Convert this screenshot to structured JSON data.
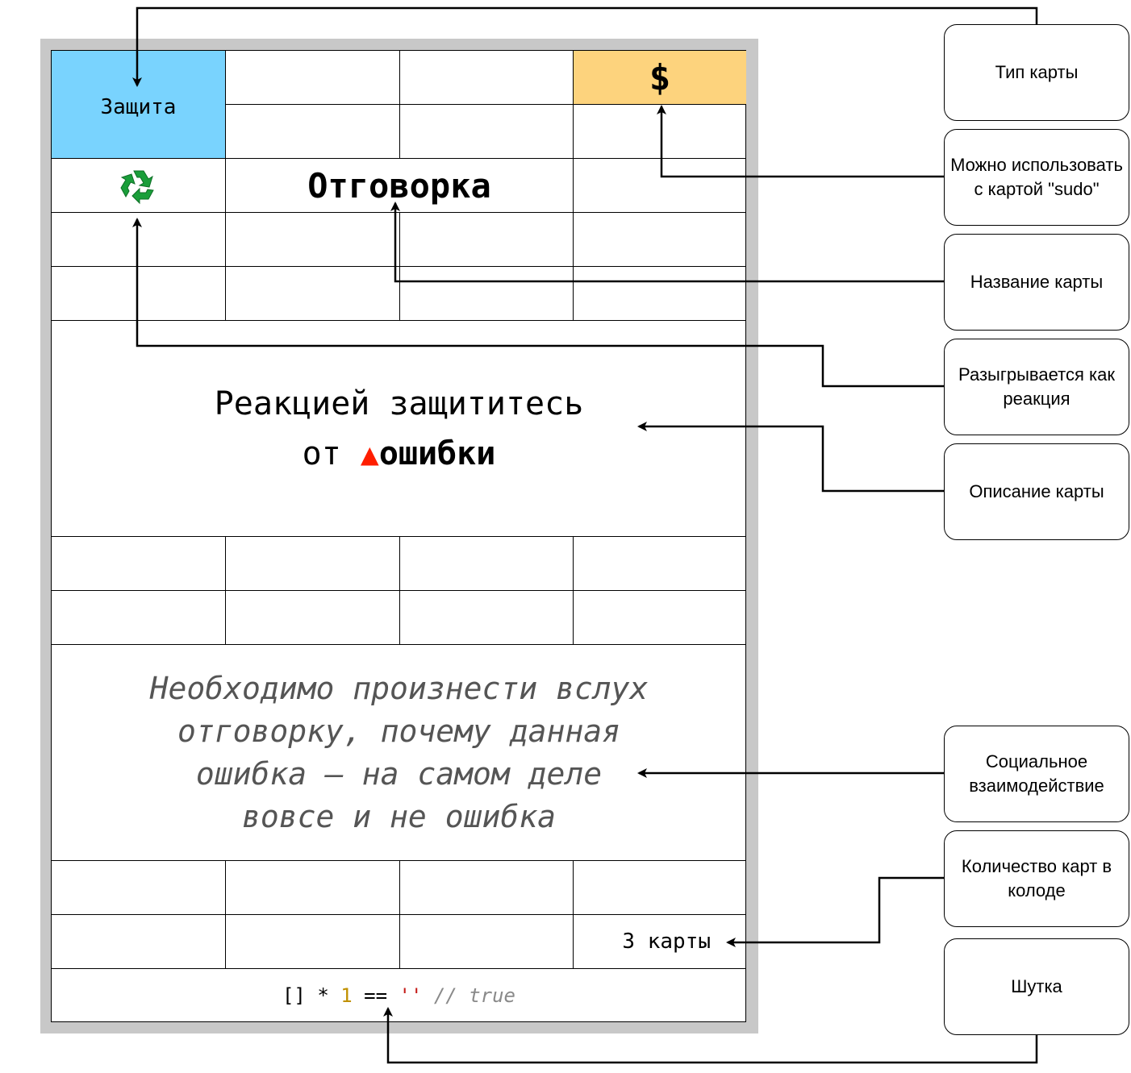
{
  "card": {
    "type_label": "Защита",
    "sudo_symbol": "$",
    "reaction_icon": "recycle-icon",
    "title": "Отговорка",
    "description_line1": "Реакцией защититесь",
    "description_line2_prefix": "от ",
    "description_line2_word": "ошибки",
    "error_icon": "red-triangle-icon",
    "social_lines": [
      "Необходимо произнести вслух",
      "отговорку, почему данная",
      "ошибка – на самом деле",
      "вовсе и не ошибка"
    ],
    "count": "3 карты",
    "joke": {
      "brackets": "[]",
      "op_mul": " * ",
      "num": "1",
      "op_eq": " == ",
      "str": "''",
      "comment": " // true"
    }
  },
  "labels": {
    "type": "Тип карты",
    "sudo": "Можно использовать с картой \"sudo\"",
    "title": "Название карты",
    "reaction": "Разыгрывается как реакция",
    "description": "Описание карты",
    "social": "Социальное взаимодействие",
    "count": "Количество карт в колоде",
    "joke": "Шутка"
  },
  "colors": {
    "type_bg": "#79d3fe",
    "sudo_bg": "#fdd37d",
    "error_triangle": "#ff1e00",
    "recycle": "#1a9e3a",
    "joke_number": "#c09000",
    "joke_string": "#c41a16",
    "joke_comment": "#8a8a8a"
  }
}
